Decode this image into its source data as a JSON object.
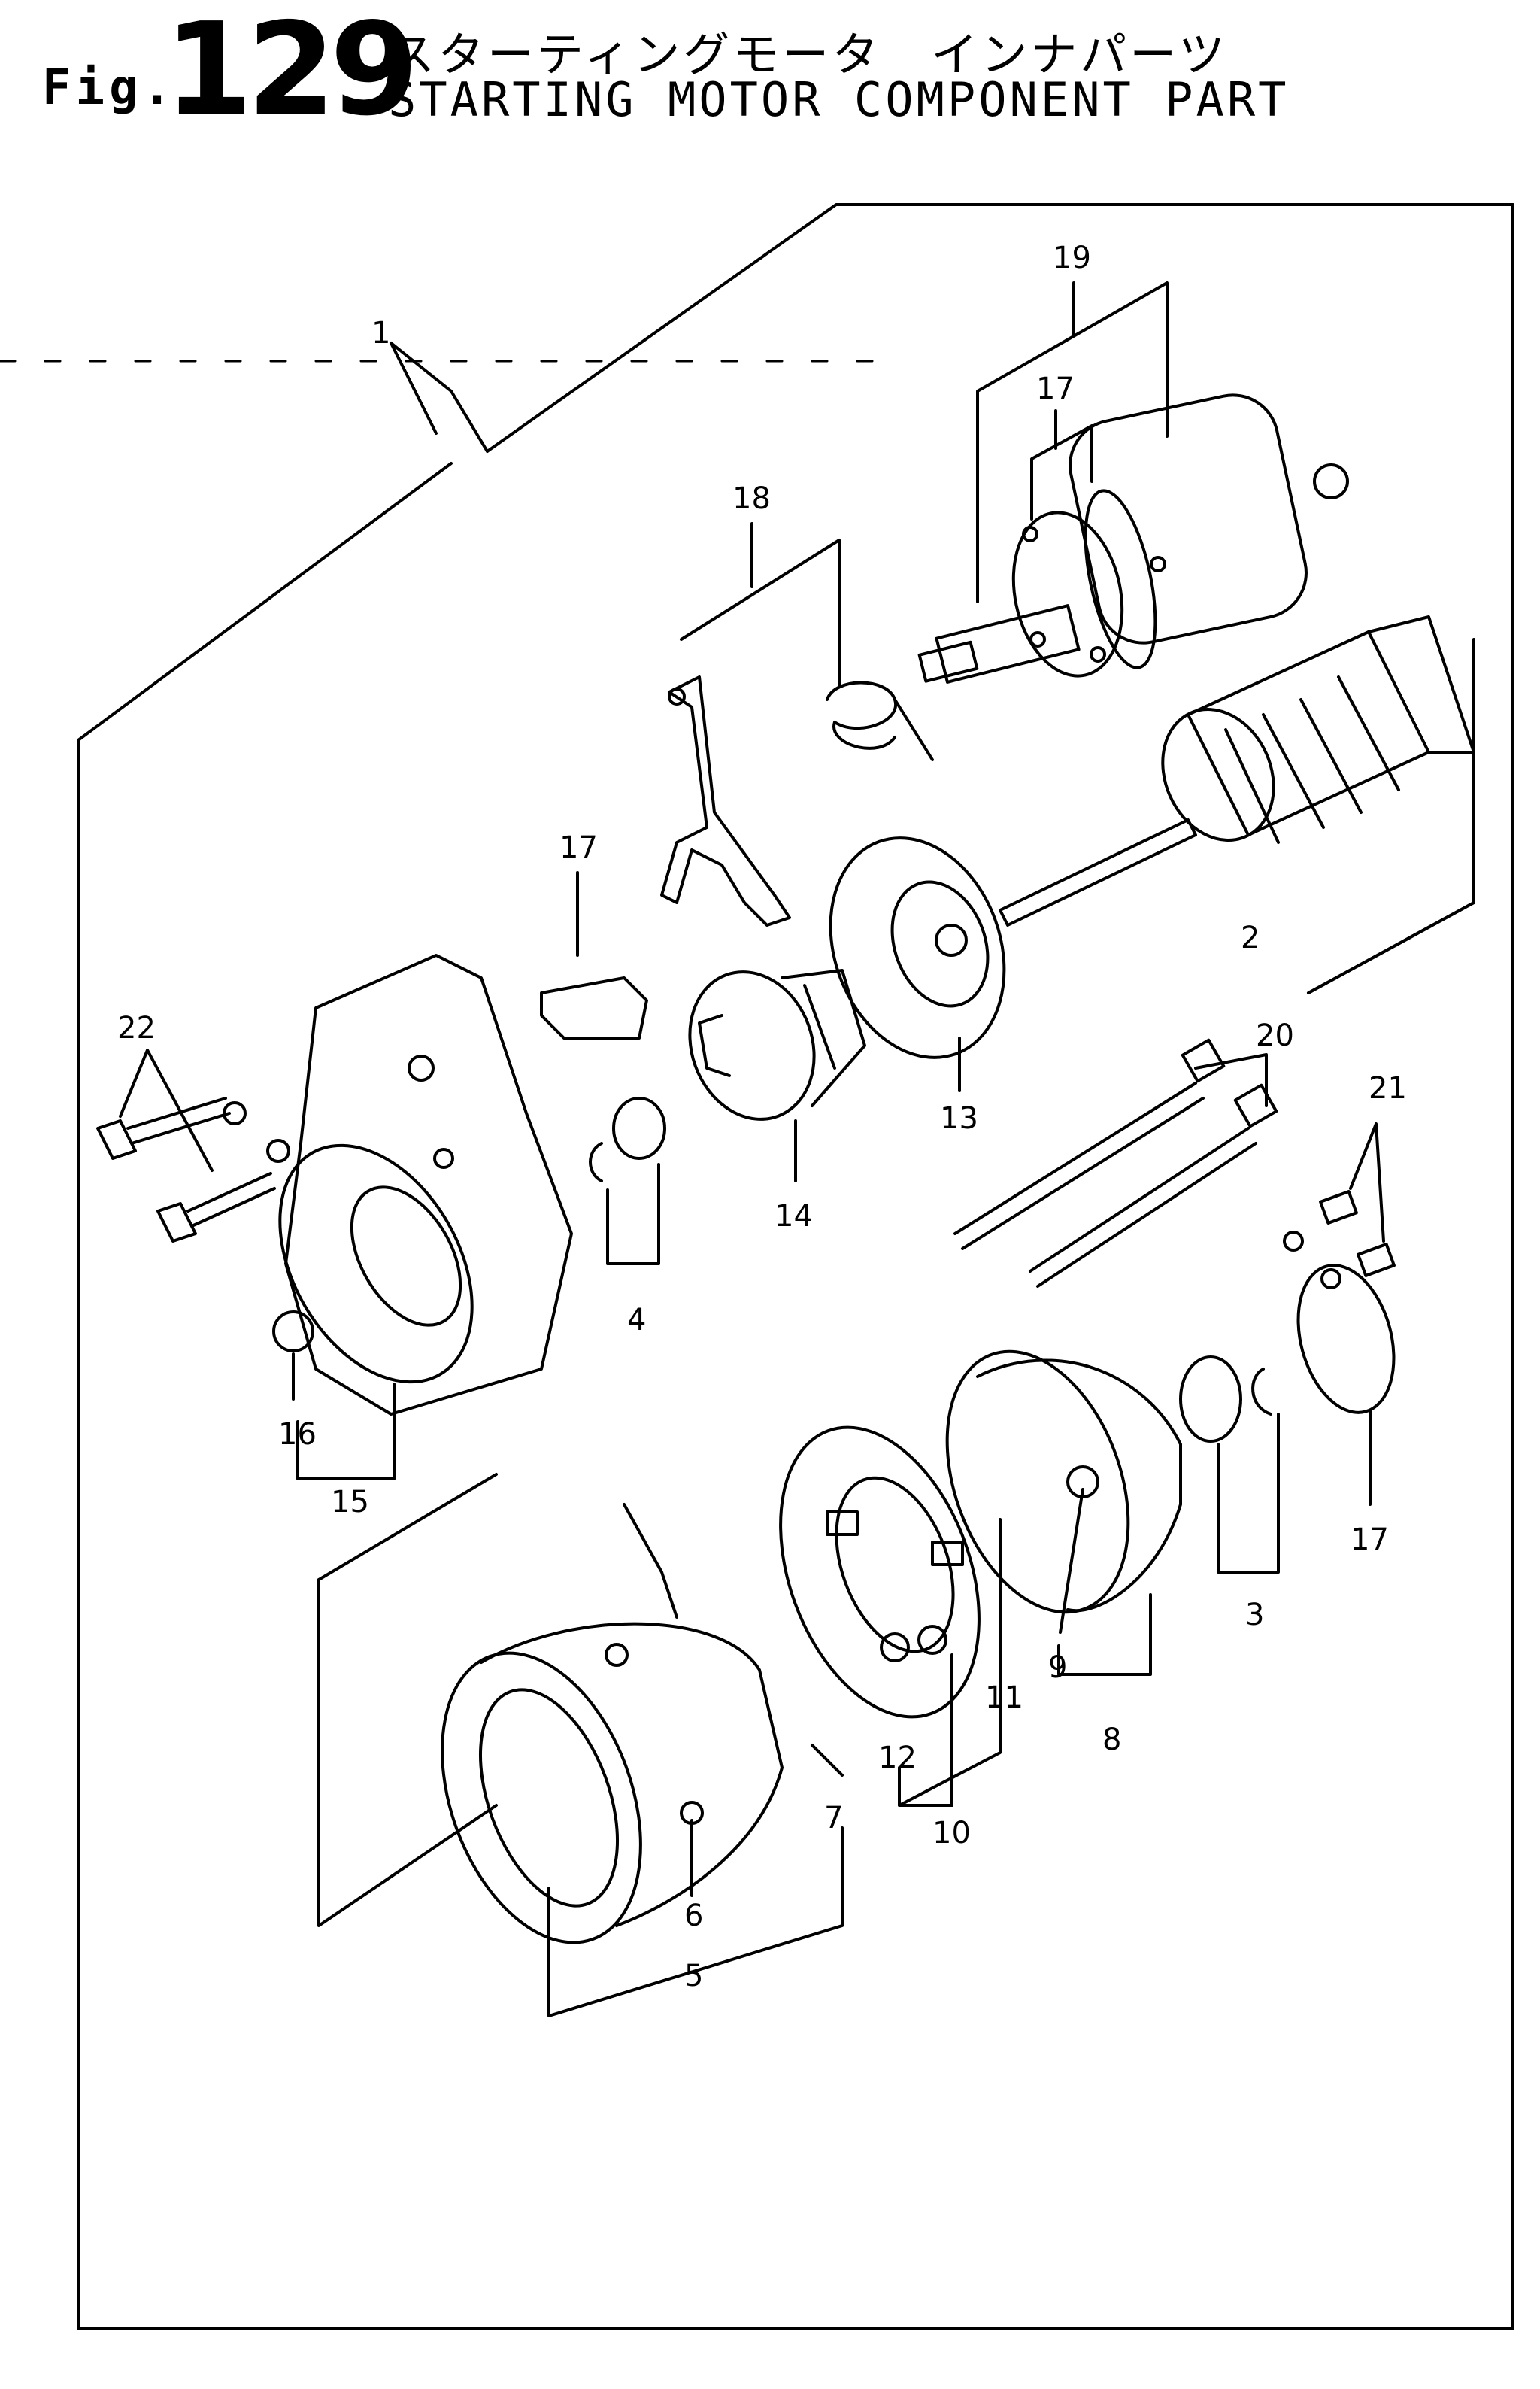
{
  "header": {
    "fig_prefix": "Fig.",
    "fig_number": "129",
    "title_jp": "スターティングモータ　インナパーツ",
    "title_en": "STARTING MOTOR COMPONENT PART"
  },
  "callouts": {
    "n1": "1",
    "n2": "2",
    "n3": "3",
    "n4": "4",
    "n5": "5",
    "n6": "6",
    "n7": "7",
    "n8": "8",
    "n9": "9",
    "n10": "10",
    "n11": "11",
    "n12": "12",
    "n13": "13",
    "n14": "14",
    "n15": "15",
    "n16": "16",
    "n17a": "17",
    "n17b": "17",
    "n17c": "17",
    "n18": "18",
    "n19": "19",
    "n20": "20",
    "n21": "21",
    "n22": "22"
  }
}
